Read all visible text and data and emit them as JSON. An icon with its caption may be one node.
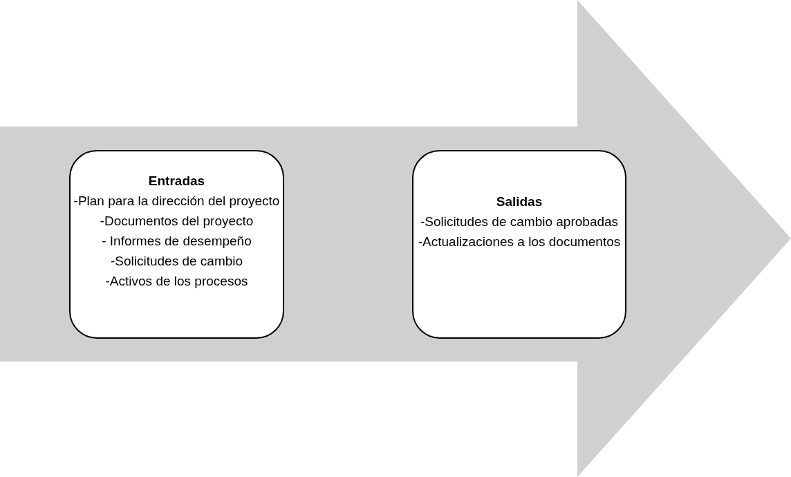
{
  "diagram": {
    "nodes": [
      {
        "text": [
          "Entradas",
          "-Plan para la dirección del proyecto",
          "-Documentos del proyecto",
          "- Informes de desempeño",
          "-Solicitudes de cambio",
          "-Activos de los procesos"
        ]
      },
      {
        "text": [
          "Salidas",
          "-Solicitudes de cambio aprobadas",
          "-Actualizaciones a los documentos"
        ]
      }
    ]
  }
}
